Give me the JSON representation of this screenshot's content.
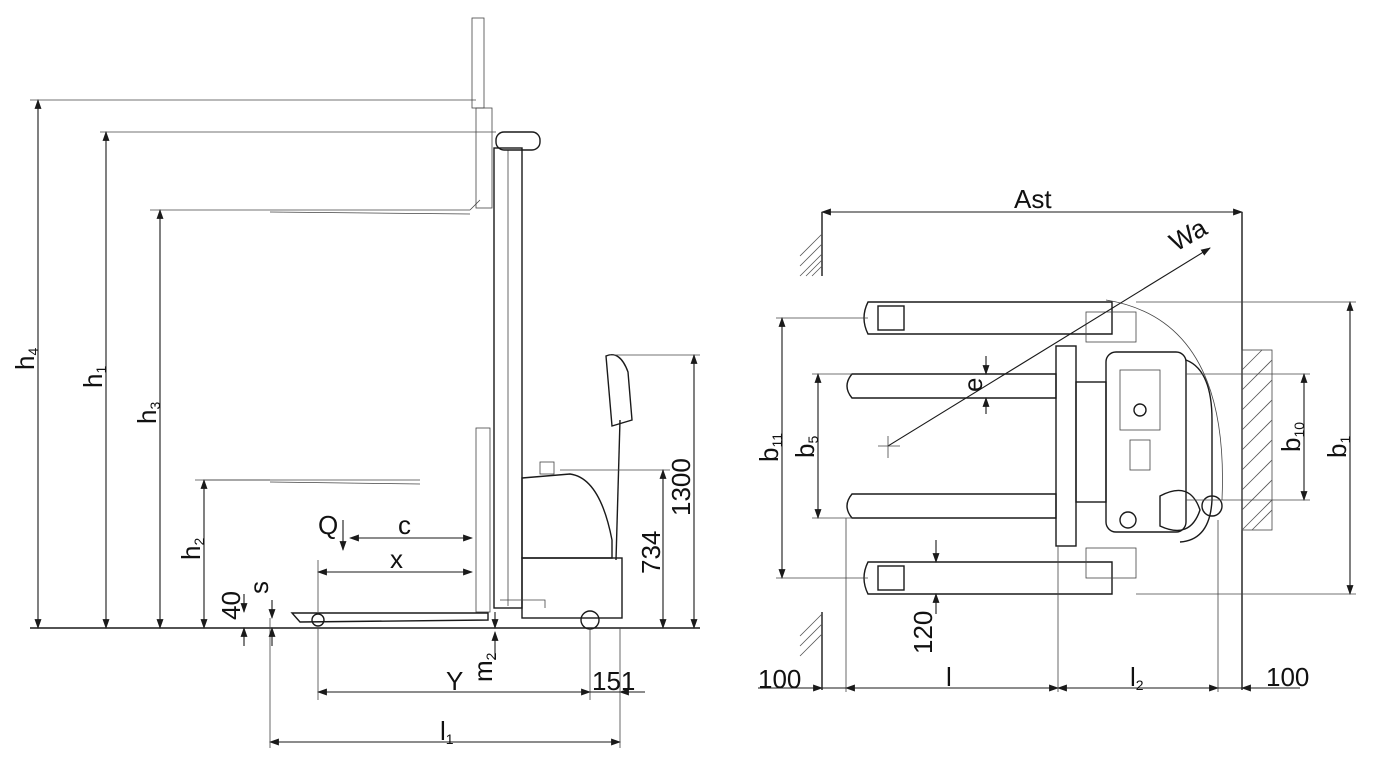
{
  "colors": {
    "line": "#1a1a1a",
    "background": "#ffffff"
  },
  "side_view": {
    "h4": "h",
    "h4_sub": "4",
    "h1": "h",
    "h1_sub": "1",
    "h3": "h",
    "h3_sub": "3",
    "h2": "h",
    "h2_sub": "2",
    "forty": "40",
    "s": "s",
    "q": "Q",
    "c": "c",
    "x": "x",
    "y": "Y",
    "m2": "m",
    "m2_sub": "2",
    "d151": "151",
    "l1": "l",
    "l1_sub": "1",
    "d734": "734",
    "d1300": "1300"
  },
  "top_view": {
    "ast": "Ast",
    "wa": "Wa",
    "e": "e",
    "b11": "b",
    "b11_sub": "11",
    "b5": "b",
    "b5_sub": "5",
    "b10": "b",
    "b10_sub": "10",
    "b1": "b",
    "b1_sub": "1",
    "d120": "120",
    "d100_left": "100",
    "l": "l",
    "l2": "l",
    "l2_sub": "2",
    "d100_right": "100"
  }
}
